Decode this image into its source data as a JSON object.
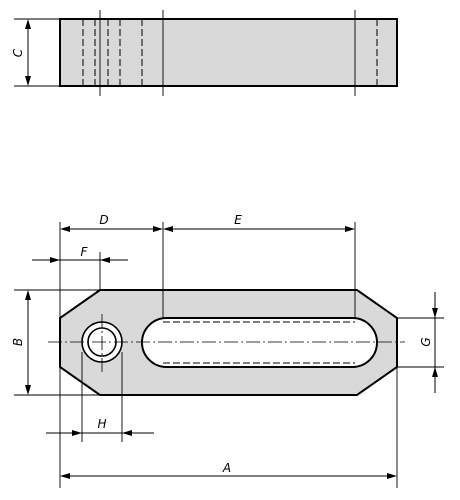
{
  "dimensions": {
    "A": "A",
    "B": "B",
    "C": "C",
    "D": "D",
    "E": "E",
    "F": "F",
    "G": "G",
    "H": "H"
  },
  "colors": {
    "part_fill": "#d9d9d9",
    "outline": "#000000",
    "background": "#ffffff"
  }
}
